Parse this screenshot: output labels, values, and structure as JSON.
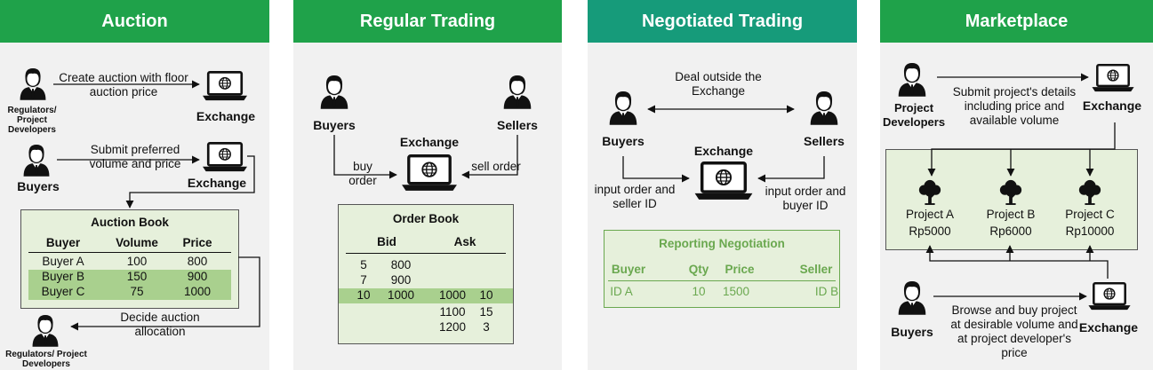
{
  "colors": {
    "header_green": "#1fa24a",
    "header_teal": "#169b7a",
    "panel_grey": "#f1f1f1",
    "book_fill": "#e6f0db",
    "highlight": "#a9d08e",
    "report_green": "#6aa84f"
  },
  "auction": {
    "title": "Auction",
    "regulators_top": "Regulators/ Project Developers",
    "arrow1_text": "Create auction with floor auction price",
    "exchange1": "Exchange",
    "buyers": "Buyers",
    "arrow2_text": "Submit preferred volume and price",
    "exchange2": "Exchange",
    "book": {
      "title": "Auction Book",
      "headers": [
        "Buyer",
        "Volume",
        "Price"
      ],
      "rows": [
        [
          "Buyer A",
          "100",
          "800"
        ],
        [
          "Buyer B",
          "150",
          "900"
        ],
        [
          "Buyer C",
          "75",
          "1000"
        ]
      ]
    },
    "decide_text": "Decide auction allocation",
    "regulators_bottom": "Regulators/ Project Developers"
  },
  "regular": {
    "title": "Regular Trading",
    "buyers": "Buyers",
    "sellers": "Sellers",
    "exchange": "Exchange",
    "buy_order": "buy order",
    "sell_order": "sell order",
    "book": {
      "title": "Order Book",
      "headers": [
        "Bid",
        "Ask"
      ],
      "rows": [
        [
          "5",
          "800",
          "",
          ""
        ],
        [
          "7",
          "900",
          "",
          ""
        ],
        [
          "10",
          "1000",
          "1000",
          "10"
        ],
        [
          "",
          "",
          "1100",
          "15"
        ],
        [
          "",
          "",
          "1200",
          "3"
        ]
      ]
    }
  },
  "negotiated": {
    "title": "Negotiated Trading",
    "deal_text": "Deal outside the Exchange",
    "buyers": "Buyers",
    "sellers": "Sellers",
    "exchange": "Exchange",
    "input_left": "input order and seller ID",
    "input_right": "input order and buyer ID",
    "report": {
      "title": "Reporting Negotiation",
      "headers": [
        "Buyer",
        "Qty",
        "Price",
        "Seller"
      ],
      "row": [
        "ID A",
        "10",
        "1500",
        "ID B"
      ]
    }
  },
  "marketplace": {
    "title": "Marketplace",
    "developers": "Project Developers",
    "submit_text": "Submit project's details including price and available volume",
    "exchange_top": "Exchange",
    "projects": [
      {
        "name": "Project A",
        "price": "Rp5000"
      },
      {
        "name": "Project B",
        "price": "Rp6000"
      },
      {
        "name": "Project C",
        "price": "Rp10000"
      }
    ],
    "buyers": "Buyers",
    "browse_text": "Browse and buy project at desirable volume and at project developer's price",
    "exchange_bottom": "Exchange"
  }
}
